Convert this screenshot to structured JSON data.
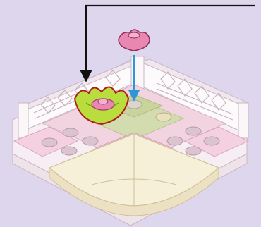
{
  "scene": {
    "type": "building-instruction-step",
    "background_color": "#ddd6ec",
    "parts": [
      {
        "name": "pink-flower-plate",
        "color": "#e887b2"
      },
      {
        "name": "lime-green-flower-stem",
        "color": "#b8dd3c"
      },
      {
        "name": "pink-tile-floor",
        "color": "#f2c2d7"
      },
      {
        "name": "light-green-tile-floor",
        "color": "#d2dcae"
      },
      {
        "name": "white-fence-panels",
        "color": "#fbf6f8"
      },
      {
        "name": "cream-quarter-round-base",
        "color": "#f7f0d8"
      }
    ],
    "arrows": [
      {
        "name": "placement-arrow-stem",
        "style": "angled",
        "color": "#111111"
      },
      {
        "name": "placement-arrow-flower",
        "style": "straight-down",
        "color": "#2b97d6"
      }
    ]
  }
}
